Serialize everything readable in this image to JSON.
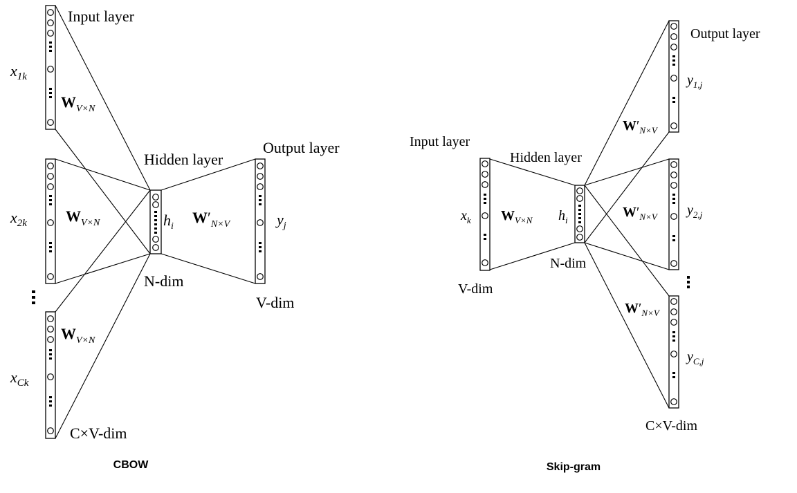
{
  "cbow": {
    "caption": "CBOW",
    "input_layer_label": "Input layer",
    "hidden_layer_label": "Hidden layer",
    "output_layer_label": "Output layer",
    "input_vars": [
      {
        "base": "x",
        "sub": "1k"
      },
      {
        "base": "x",
        "sub": "2k"
      },
      {
        "base": "x",
        "sub": "Ck"
      }
    ],
    "weight_matrix": {
      "base": "W",
      "sub": "V×N"
    },
    "weight_matrix_out": {
      "base": "W",
      "prime": "′",
      "sub": "N×V"
    },
    "hidden_var": {
      "base": "h",
      "sub": "i"
    },
    "output_var": {
      "base": "y",
      "sub": "j"
    },
    "hidden_dim": "N-dim",
    "output_dim": "V-dim",
    "input_dim": "C×V-dim"
  },
  "skipgram": {
    "caption": "Skip-gram",
    "input_layer_label": "Input layer",
    "hidden_layer_label": "Hidden layer",
    "output_layer_label": "Output layer",
    "input_var": {
      "base": "x",
      "sub": "k"
    },
    "weight_matrix": {
      "base": "W",
      "sub": "V×N"
    },
    "weight_matrix_out": {
      "base": "W",
      "prime": "′",
      "sub": "N×V"
    },
    "hidden_var": {
      "base": "h",
      "sub": "i"
    },
    "output_vars": [
      {
        "base": "y",
        "sub": "1,j"
      },
      {
        "base": "y",
        "sub": "2,j"
      },
      {
        "base": "y",
        "sub": "C,j"
      }
    ],
    "input_dim": "V-dim",
    "hidden_dim": "N-dim",
    "output_dim": "C×V-dim"
  }
}
